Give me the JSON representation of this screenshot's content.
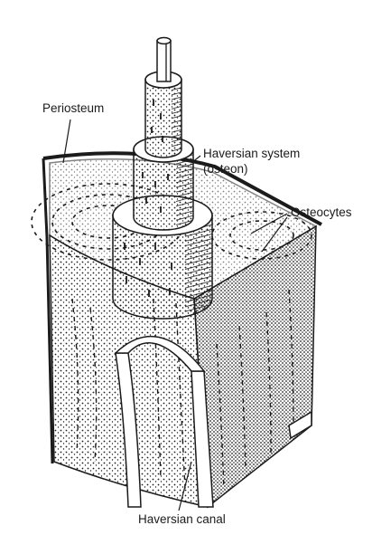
{
  "labels": {
    "periosteum": "Periosteum",
    "haversian_system_line1": "Haversian system",
    "haversian_system_line2": "(osteon)",
    "osteocytes": "Osteocytes",
    "haversian_canal": "Haversian canal"
  },
  "colors": {
    "ink": "#1b1b1b",
    "paper": "#ffffff",
    "shade": "#6e6e6e"
  }
}
